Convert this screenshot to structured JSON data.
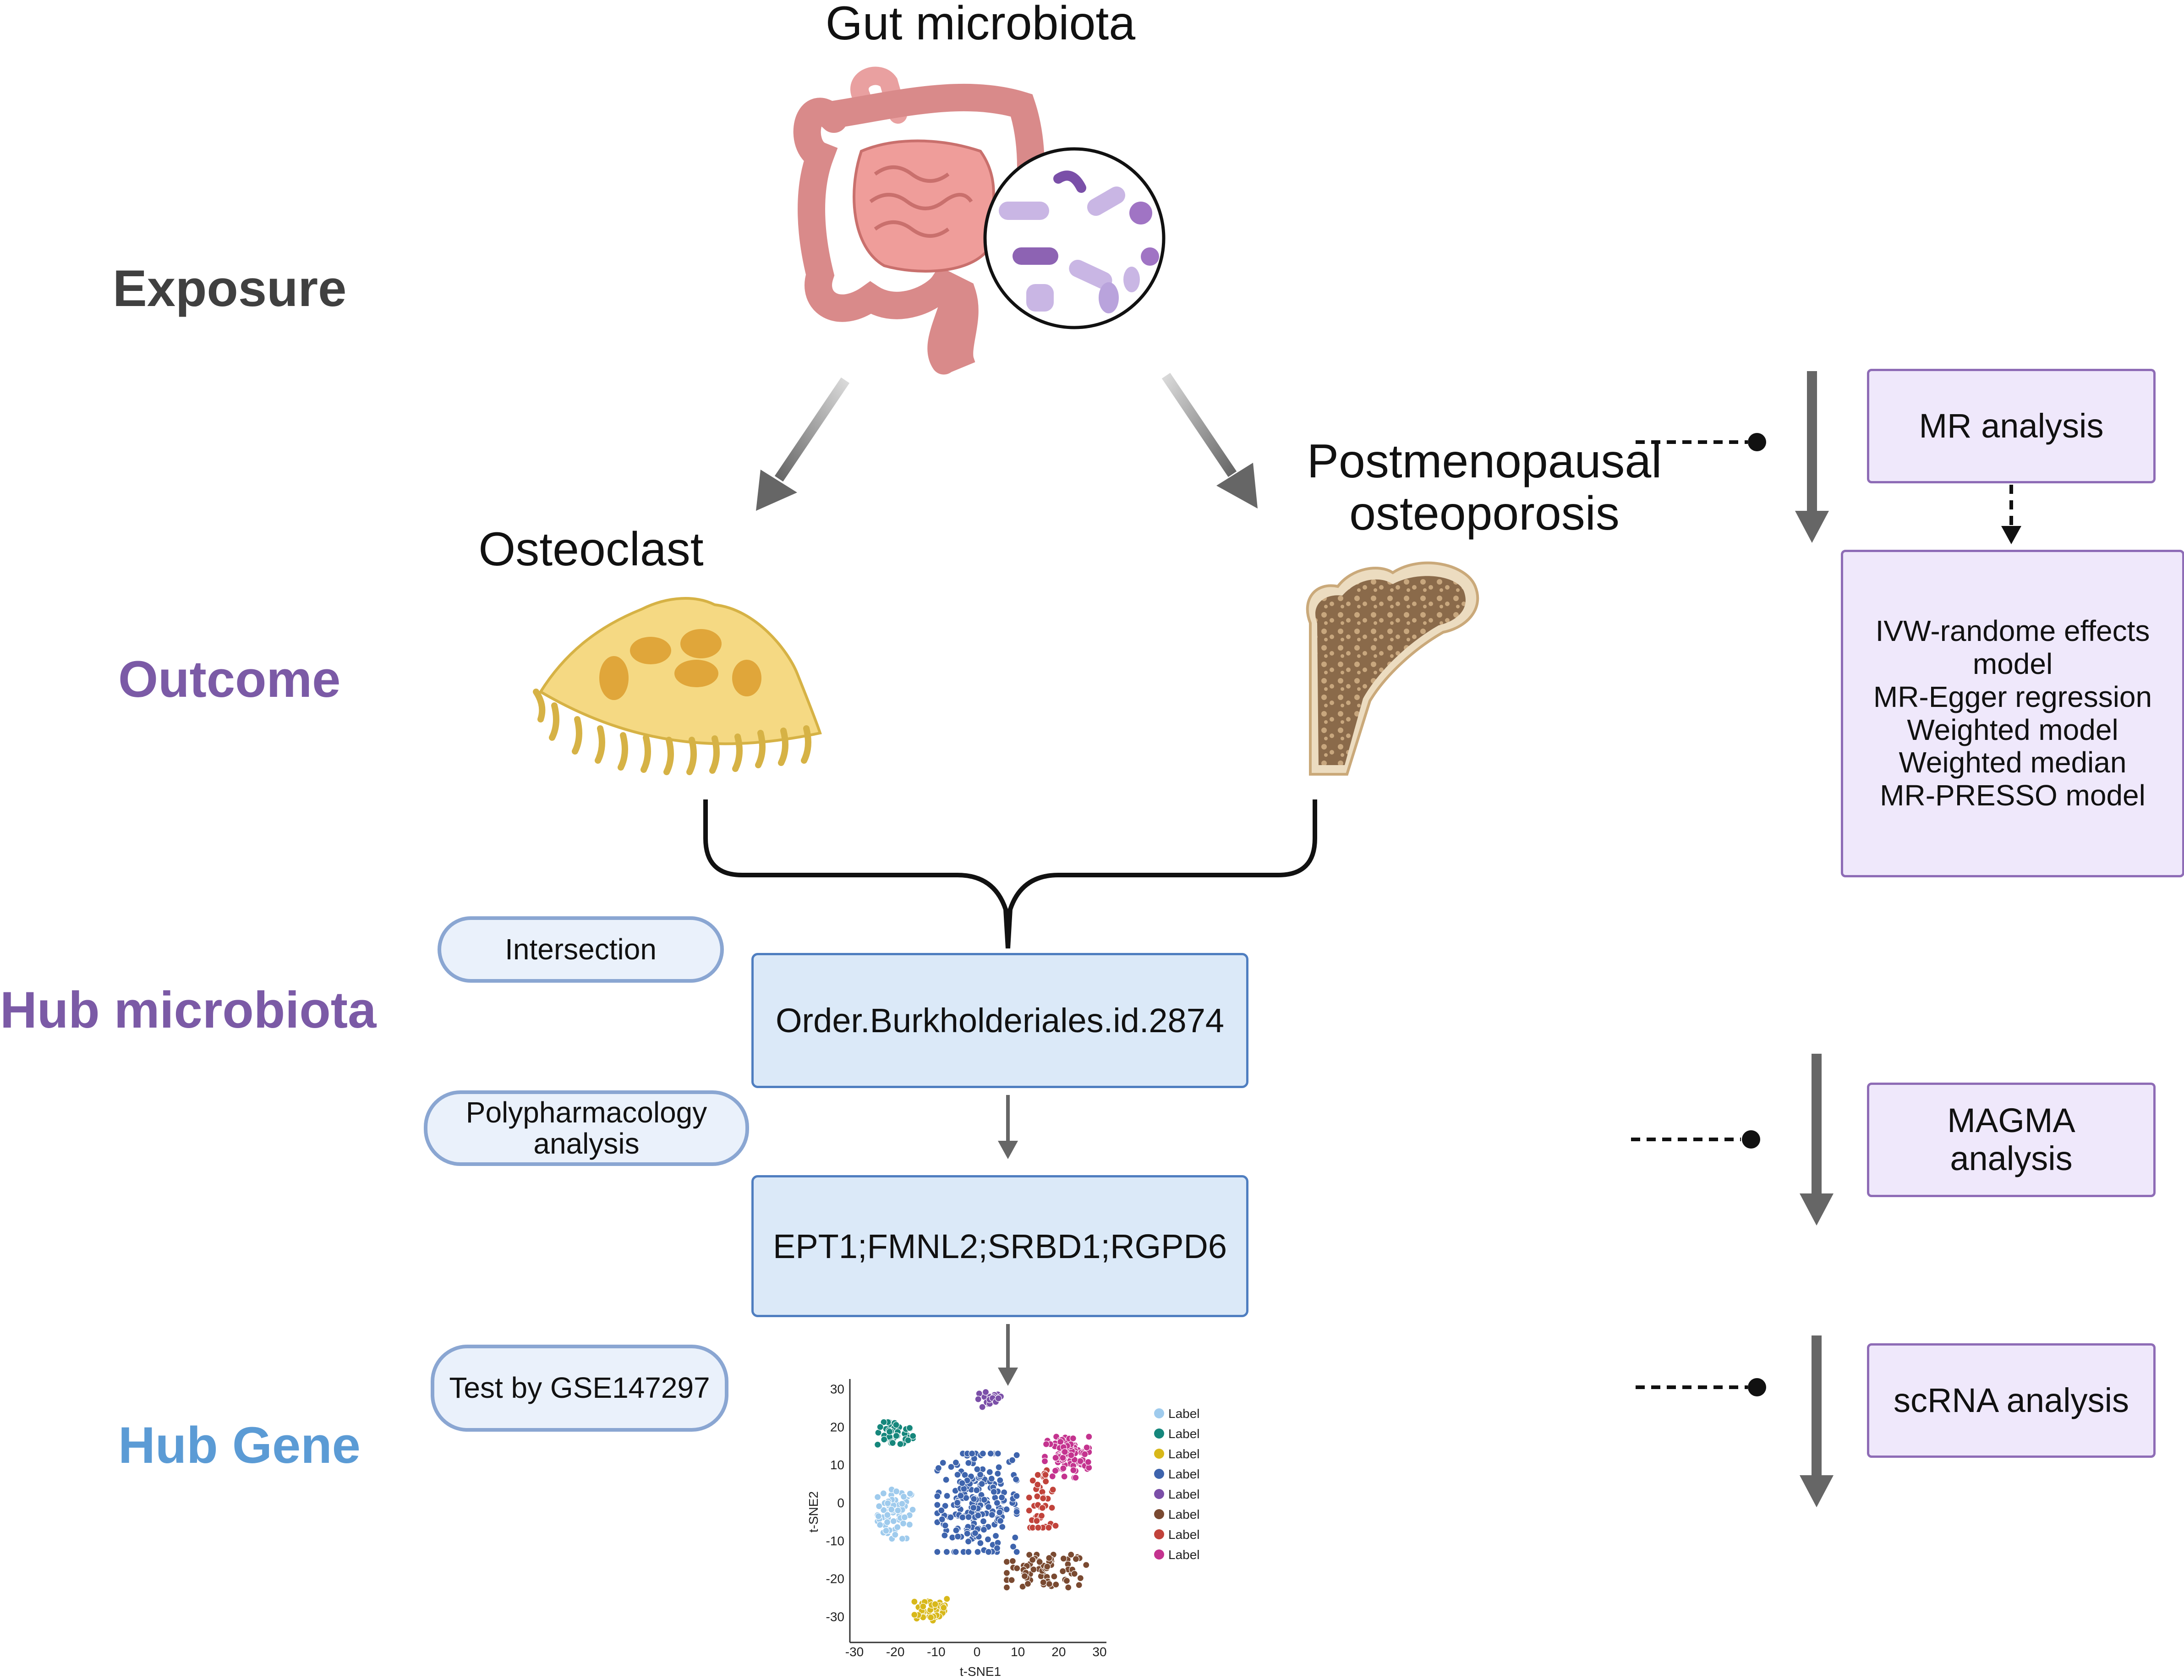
{
  "labels": {
    "exposure": "Exposure",
    "outcome": "Outcome",
    "hub_microbiota": "Hub microbiota",
    "hub_gene": "Hub Gene"
  },
  "colors": {
    "exposure": "#404040",
    "outcome": "#7b5aa6",
    "hub_microbiota": "#7b5aa6",
    "hub_gene": "#5b9bd5"
  },
  "titles": {
    "gut": "Gut microbiota",
    "osteoclast": "Osteoclast",
    "pmo_line1": "Postmenopausal",
    "pmo_line2": "osteoporosis"
  },
  "pills": {
    "intersection": "Intersection",
    "poly_line1": "Polypharmacology",
    "poly_line2": "analysis",
    "test": "Test by GSE147297"
  },
  "boxes": {
    "microbiota": "Order.Burkholderiales.id.2874",
    "genes": "EPT1;FMNL2;SRBD1;RGPD6"
  },
  "right_panel": {
    "mr": "MR analysis",
    "methods": [
      "IVW-randome effects",
      "model",
      "MR-Egger regression",
      "Weighted model",
      "Weighted median",
      "MR-PRESSO model"
    ],
    "magma_line1": "MAGMA",
    "magma_line2": "analysis",
    "scrna": "scRNA analysis"
  },
  "icons": [
    "intestine-icon",
    "bacteria-magnifier-icon",
    "osteoclast-cell-icon",
    "femur-bone-icon"
  ],
  "chart_data": {
    "type": "scatter",
    "xlabel": "t-SNE1",
    "ylabel": "t-SNE2",
    "xlim": [
      -30,
      30
    ],
    "ylim": [
      -35,
      32
    ],
    "xticks": [
      -30,
      -20,
      -10,
      0,
      10,
      20,
      30
    ],
    "yticks": [
      30,
      20,
      10,
      0,
      -10,
      -20,
      -30
    ],
    "legend_position": "right",
    "series": [
      {
        "name": "Label",
        "color": "#9fcbed",
        "center": [
          -20,
          -3
        ],
        "spread": [
          4,
          6
        ],
        "n": 70
      },
      {
        "name": "Label",
        "color": "#16877c",
        "center": [
          -20,
          18
        ],
        "spread": [
          4,
          3
        ],
        "n": 45
      },
      {
        "name": "Label",
        "color": "#d8b81a",
        "center": [
          -11,
          -28
        ],
        "spread": [
          4,
          3
        ],
        "n": 45
      },
      {
        "name": "Label",
        "color": "#3e64ad",
        "center": [
          0,
          0
        ],
        "spread": [
          9,
          12
        ],
        "n": 230
      },
      {
        "name": "Label",
        "color": "#7b4fa8",
        "center": [
          3,
          27
        ],
        "spread": [
          3,
          2
        ],
        "n": 22
      },
      {
        "name": "Label",
        "color": "#7a4a31",
        "center": [
          17,
          -18
        ],
        "spread": [
          9,
          4
        ],
        "n": 75
      },
      {
        "name": "Label",
        "color": "#c1433b",
        "center": [
          16,
          1
        ],
        "spread": [
          3,
          7
        ],
        "n": 45
      },
      {
        "name": "Label",
        "color": "#c4338f",
        "center": [
          22,
          12
        ],
        "spread": [
          5,
          5
        ],
        "n": 85
      }
    ]
  }
}
